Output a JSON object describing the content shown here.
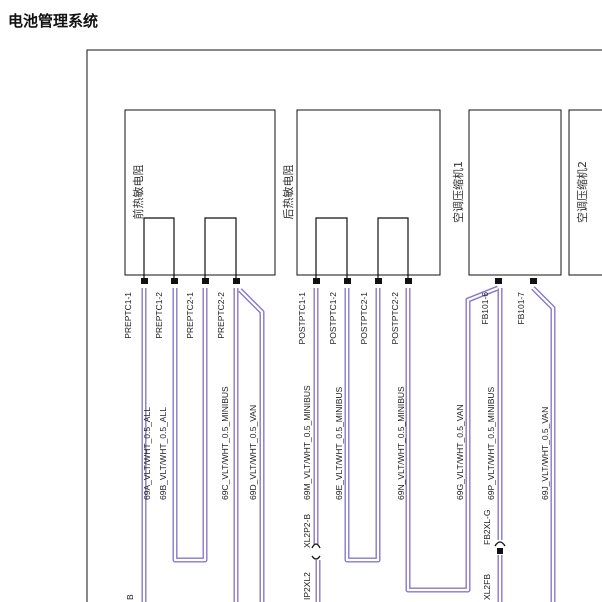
{
  "page_title": "电池管理系统",
  "components": [
    {
      "name": "前热敏电阻"
    },
    {
      "name": "后热敏电阻"
    },
    {
      "name": "空调压缩机1"
    },
    {
      "name": "空调压缩机2"
    }
  ],
  "pins": [
    "PREPTC1-1",
    "PREPTC1-2",
    "PREPTC2-1",
    "PREPTC2-2",
    "POSTPTC1-1",
    "POSTPTC1-2",
    "POSTPTC2-1",
    "POSTPTC2-2",
    "FB101-6",
    "FB101-7"
  ],
  "wires": [
    "69A_VLT/WHT_0.5_ALL",
    "69B_VLT/WHT_0.5_ALL",
    "69C_VLT/WHT_0.5_MINIBUS",
    "69D_VLT/WHT_0.5_VAN",
    "69M_VLT/WHT_0.5_MINIBUS",
    "69E_VLT/WHT_0.5_MINIBUS",
    "69N_VLT/WHT_0.5_MINIBUS",
    "69G_VLT/WHT_0.5_VAN",
    "69P_VLT/WHT_0.5_MINIBUS",
    "69J_VLT/WHT_0.5_VAN"
  ],
  "connectors": [
    "XL2P2-B",
    "IP2XL2",
    "FB2XL-G",
    "XL2FB",
    "B"
  ],
  "colors": {
    "wire": "#8a78c8",
    "line": "#111111"
  }
}
